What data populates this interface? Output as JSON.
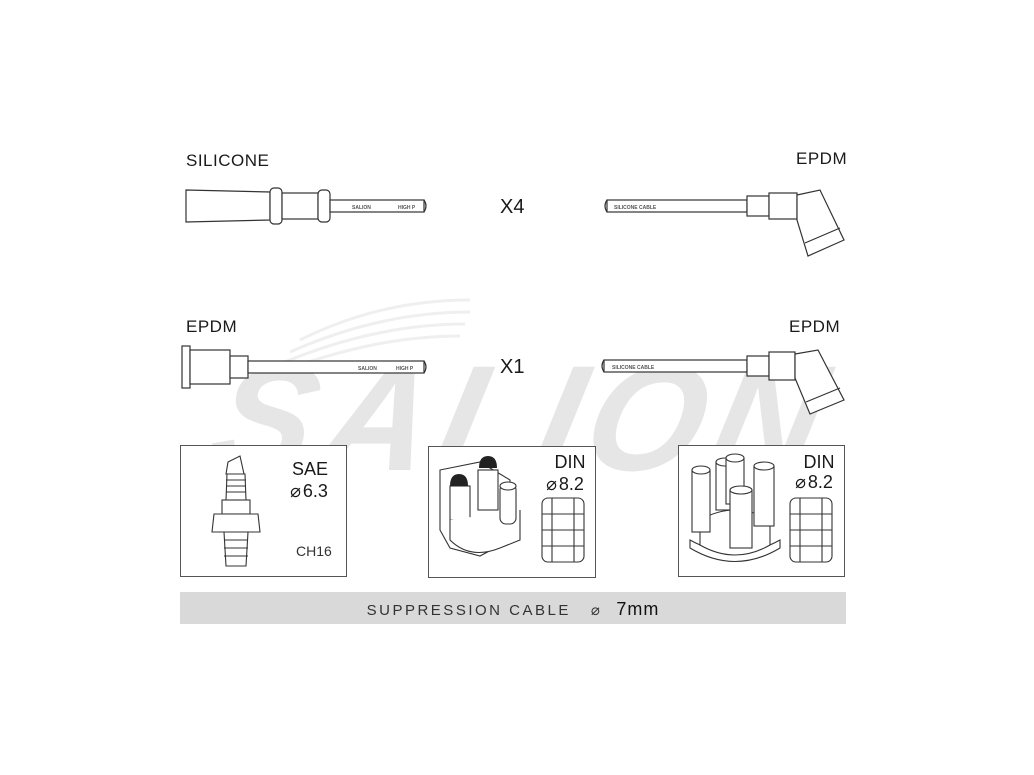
{
  "watermark": "SALION",
  "rows": [
    {
      "left_material": "SILICONE",
      "right_material": "EPDM",
      "quantity": "X4",
      "left_cable_print_1": "SALION",
      "left_cable_print_2": "HIGH P",
      "right_cable_print": "SILICONE CABLE"
    },
    {
      "left_material": "EPDM",
      "right_material": "EPDM",
      "quantity": "X1",
      "left_cable_print_1": "SALION",
      "left_cable_print_2": "HIGH P",
      "right_cable_print": "SILICONE CABLE"
    }
  ],
  "panels": {
    "spark_plug": {
      "standard": "SAE",
      "diameter": "6.3",
      "code": "CH16"
    },
    "distributor_1": {
      "standard": "DIN",
      "diameter": "8.2"
    },
    "distributor_2": {
      "standard": "DIN",
      "diameter": "8.2"
    }
  },
  "footer": {
    "label": "SUPPRESSION CABLE",
    "size": "7mm"
  }
}
